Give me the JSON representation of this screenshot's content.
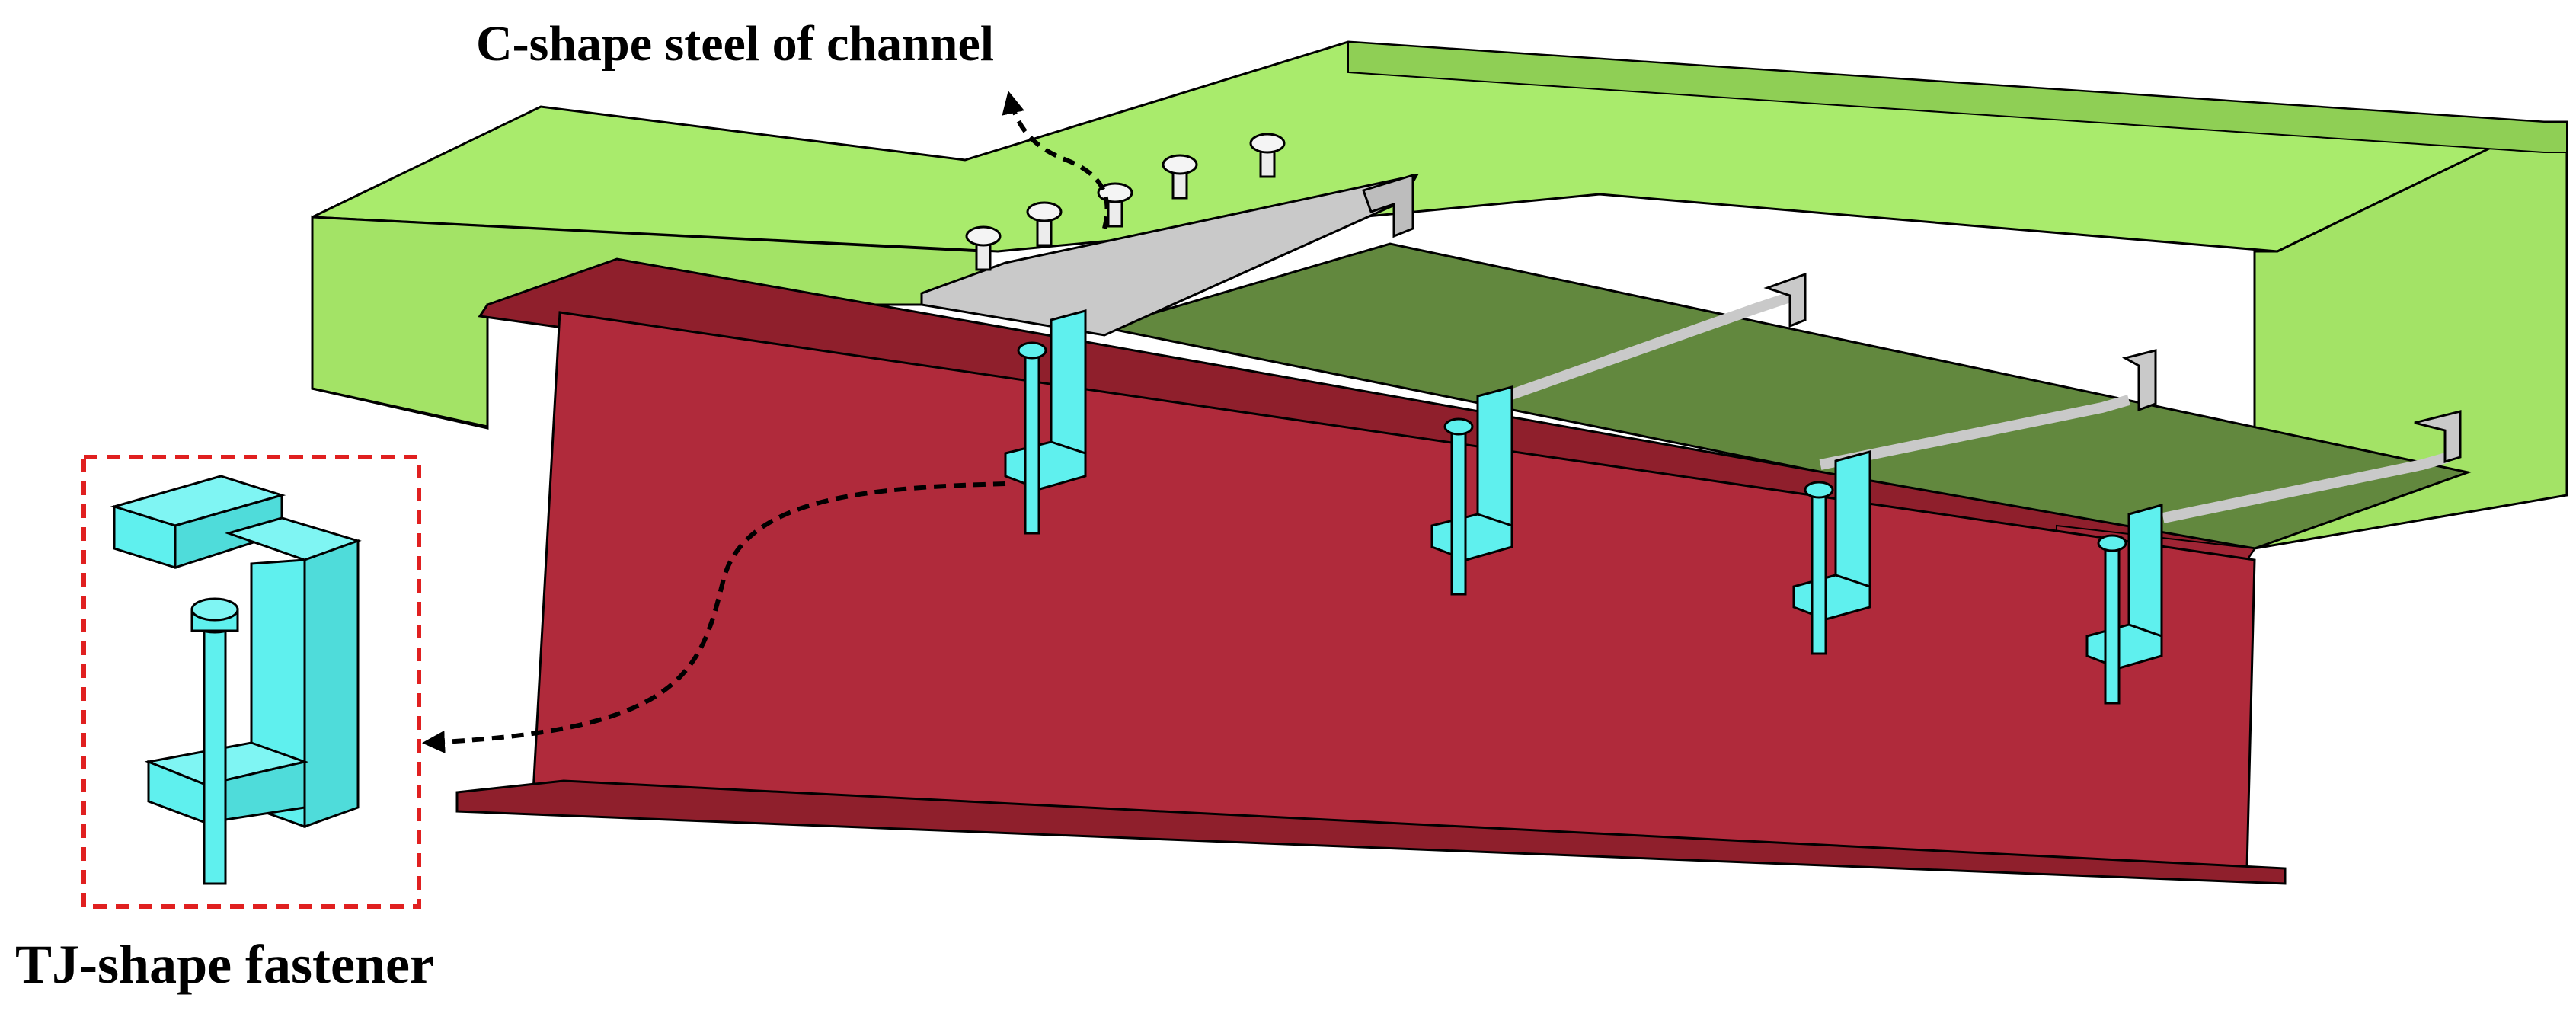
{
  "labels": {
    "channel": "C-shape steel of channel",
    "fastener": "TJ-shape fastener"
  },
  "colors": {
    "concrete_slab_top": "#a9eb6c",
    "concrete_slab_front": "#a3e366",
    "concrete_slab_side": "#8fcf55",
    "deck_underside": "#62883e",
    "steel_beam_web": "#b02a3b",
    "steel_beam_flange": "#8f1f2c",
    "channel_steel": "#c9c9c9",
    "fastener": "#5ff0ee",
    "callout_border": "#e02020",
    "outline": "#000000"
  },
  "icons": {
    "beam": "steel-i-beam",
    "slab": "concrete-slab",
    "channel": "c-channel-steel",
    "fastener": "tj-clamp-fastener",
    "stud": "shear-stud"
  }
}
